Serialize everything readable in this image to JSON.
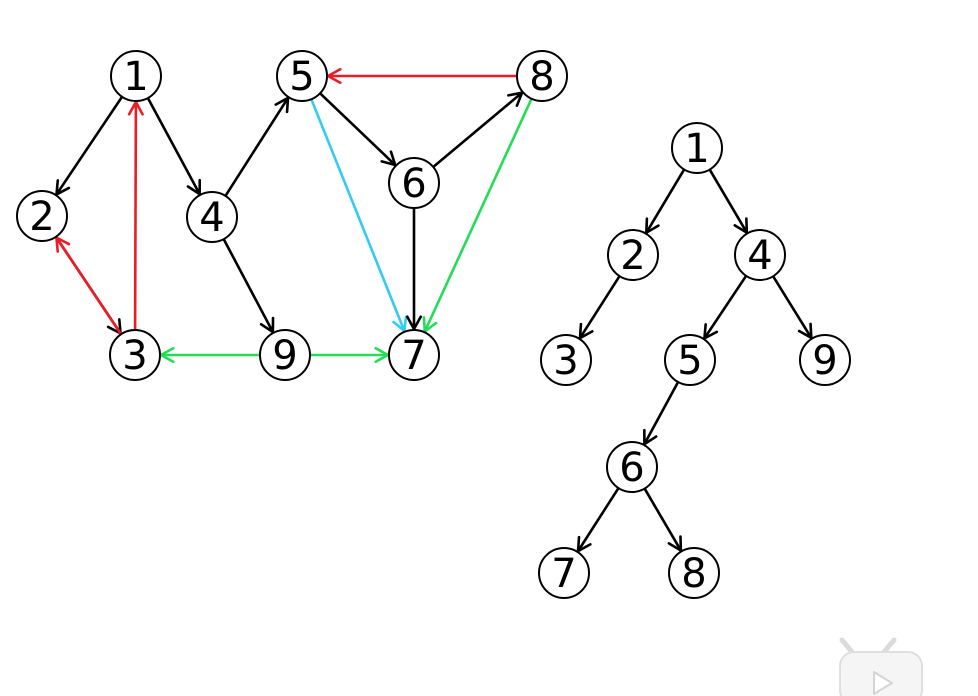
{
  "colors": {
    "black": "#000000",
    "red": "#ee1b24",
    "green": "#22dd55",
    "cyan": "#33ccee"
  },
  "graph": {
    "nodes": [
      {
        "id": "1",
        "label": "1"
      },
      {
        "id": "2",
        "label": "2"
      },
      {
        "id": "3",
        "label": "3"
      },
      {
        "id": "4",
        "label": "4"
      },
      {
        "id": "5",
        "label": "5"
      },
      {
        "id": "6",
        "label": "6"
      },
      {
        "id": "7",
        "label": "7"
      },
      {
        "id": "8",
        "label": "8"
      },
      {
        "id": "9",
        "label": "9"
      }
    ],
    "edges": [
      {
        "from": "1",
        "to": "2",
        "color": "black"
      },
      {
        "from": "1",
        "to": "4",
        "color": "black"
      },
      {
        "from": "2",
        "to": "3",
        "color": "black"
      },
      {
        "from": "3",
        "to": "2",
        "color": "red"
      },
      {
        "from": "3",
        "to": "1",
        "color": "red"
      },
      {
        "from": "4",
        "to": "5",
        "color": "black"
      },
      {
        "from": "4",
        "to": "9",
        "color": "black"
      },
      {
        "from": "5",
        "to": "6",
        "color": "black"
      },
      {
        "from": "5",
        "to": "7",
        "color": "cyan"
      },
      {
        "from": "6",
        "to": "8",
        "color": "black"
      },
      {
        "from": "6",
        "to": "7",
        "color": "black"
      },
      {
        "from": "8",
        "to": "5",
        "color": "red"
      },
      {
        "from": "8",
        "to": "7",
        "color": "green"
      },
      {
        "from": "9",
        "to": "3",
        "color": "green"
      },
      {
        "from": "9",
        "to": "7",
        "color": "green"
      }
    ]
  },
  "tree": {
    "nodes": [
      {
        "id": "1",
        "label": "1"
      },
      {
        "id": "2",
        "label": "2"
      },
      {
        "id": "4",
        "label": "4"
      },
      {
        "id": "3",
        "label": "3"
      },
      {
        "id": "5",
        "label": "5"
      },
      {
        "id": "9",
        "label": "9"
      },
      {
        "id": "6",
        "label": "6"
      },
      {
        "id": "7",
        "label": "7"
      },
      {
        "id": "8",
        "label": "8"
      }
    ],
    "edges": [
      {
        "from": "1",
        "to": "2"
      },
      {
        "from": "1",
        "to": "4"
      },
      {
        "from": "2",
        "to": "3"
      },
      {
        "from": "4",
        "to": "5"
      },
      {
        "from": "4",
        "to": "9"
      },
      {
        "from": "5",
        "to": "6"
      },
      {
        "from": "6",
        "to": "7"
      },
      {
        "from": "6",
        "to": "8"
      }
    ]
  },
  "watermark": {
    "icon": "video-logo-icon"
  }
}
